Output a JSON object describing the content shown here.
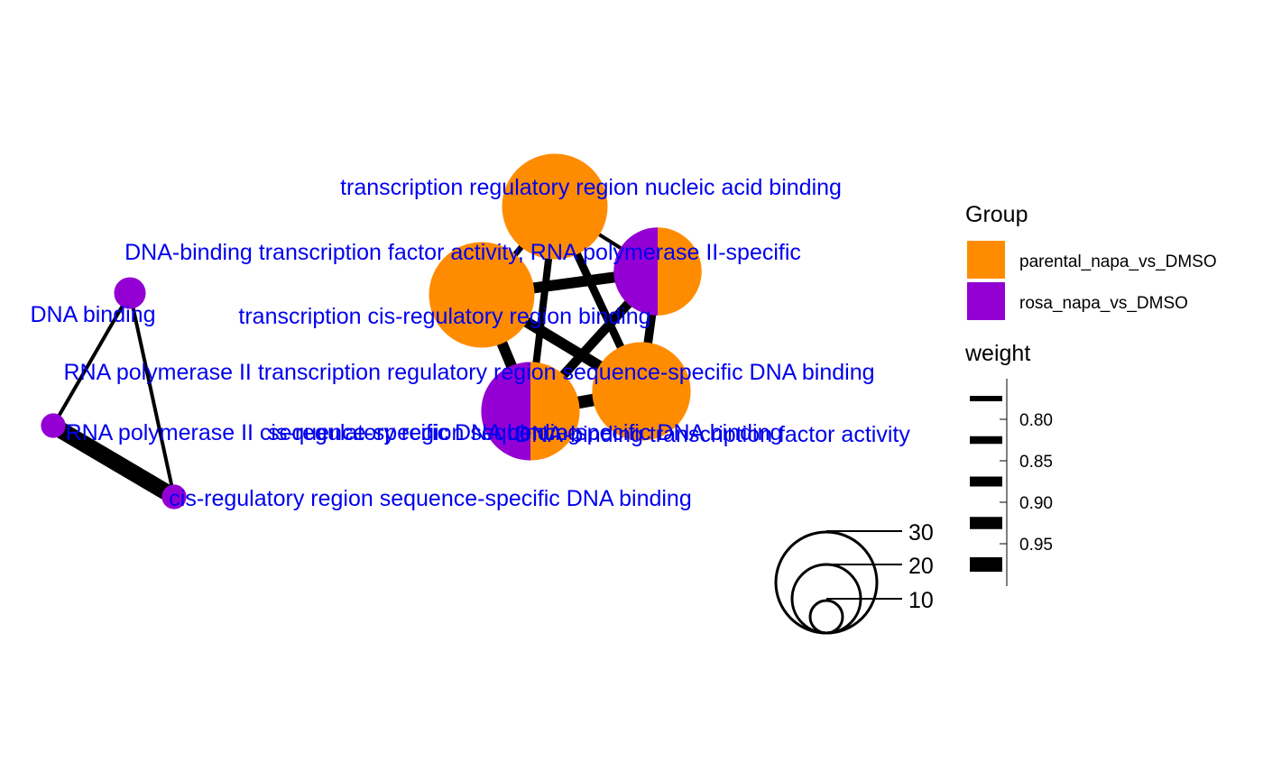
{
  "colors": {
    "parental": "#FF8C00",
    "rosa": "#9400D3",
    "edge": "#000000",
    "label": "#0000EE"
  },
  "nodes": [
    {
      "id": "trrnab",
      "label": "transcription regulatory region nucleic acid binding",
      "size": 30,
      "fractions": {
        "parental": 1.0,
        "rosa": 0.0
      }
    },
    {
      "id": "dbtfa2",
      "label": "DNA-binding transcription factor activity, RNA polymerase II-specific",
      "size": 25,
      "fractions": {
        "parental": 0.5,
        "rosa": 0.5
      }
    },
    {
      "id": "tcrrb",
      "label": "transcription cis-regulatory region binding",
      "size": 30,
      "fractions": {
        "parental": 1.0,
        "rosa": 0.0
      }
    },
    {
      "id": "rp2trr",
      "label": "RNA polymerase II transcription regulatory region sequence-specific DNA binding",
      "size": 28,
      "fractions": {
        "parental": 1.0,
        "rosa": 0.0
      }
    },
    {
      "id": "rp2crr",
      "label": "RNA polymerase II cis-regulatory region sequence-specific DNA binding",
      "size": 28,
      "fractions": {
        "parental": 0.5,
        "rosa": 0.5
      }
    },
    {
      "id": "dnab",
      "label": "DNA binding",
      "size": 9,
      "fractions": {
        "parental": 0.0,
        "rosa": 1.0
      }
    },
    {
      "id": "ssdnab",
      "label": "sequence-specific DNA binding",
      "size": 7,
      "fractions": {
        "parental": 0.0,
        "rosa": 1.0
      }
    },
    {
      "id": "dbtfa",
      "label": "DNA-binding transcription factor activity",
      "size": 7,
      "fractions": {
        "parental": 0.0,
        "rosa": 1.0
      }
    },
    {
      "id": "crrssdb",
      "label": "cis-regulatory region sequence-specific DNA binding",
      "size": 7,
      "fractions": {
        "parental": 0.0,
        "rosa": 1.0
      }
    }
  ],
  "edges": [
    {
      "source": "trrnab",
      "target": "dbtfa2",
      "weight": 0.8
    },
    {
      "source": "trrnab",
      "target": "tcrrb",
      "weight": 0.83
    },
    {
      "source": "trrnab",
      "target": "rp2trr",
      "weight": 0.86
    },
    {
      "source": "dbtfa2",
      "target": "tcrrb",
      "weight": 0.9
    },
    {
      "source": "dbtfa2",
      "target": "rp2trr",
      "weight": 0.87
    },
    {
      "source": "dbtfa2",
      "target": "rp2crr",
      "weight": 0.88
    },
    {
      "source": "tcrrb",
      "target": "rp2crr",
      "weight": 0.9
    },
    {
      "source": "tcrrb",
      "target": "rp2trr",
      "weight": 0.9
    },
    {
      "source": "rp2trr",
      "target": "rp2crr",
      "weight": 0.92
    },
    {
      "source": "trrnab",
      "target": "rp2crr",
      "weight": 0.85
    },
    {
      "source": "dnab",
      "target": "ssdnab",
      "weight": 0.8
    },
    {
      "source": "dnab",
      "target": "crrssdb",
      "weight": 0.8
    },
    {
      "source": "ssdnab",
      "target": "crrssdb",
      "weight": 0.98
    }
  ],
  "legend": {
    "group_title": "Group",
    "groups": [
      {
        "key": "parental",
        "label": "parental_napa_vs_DMSO"
      },
      {
        "key": "rosa",
        "label": "rosa_napa_vs_DMSO"
      }
    ],
    "weight_title": "weight",
    "weight_ticks": [
      "0.80",
      "0.85",
      "0.90",
      "0.95"
    ],
    "weight_values": [
      0.78,
      0.82,
      0.86,
      0.9,
      0.94,
      0.98
    ],
    "size_labels": [
      "30",
      "20",
      "10"
    ],
    "size_values": [
      30,
      20,
      10
    ]
  }
}
